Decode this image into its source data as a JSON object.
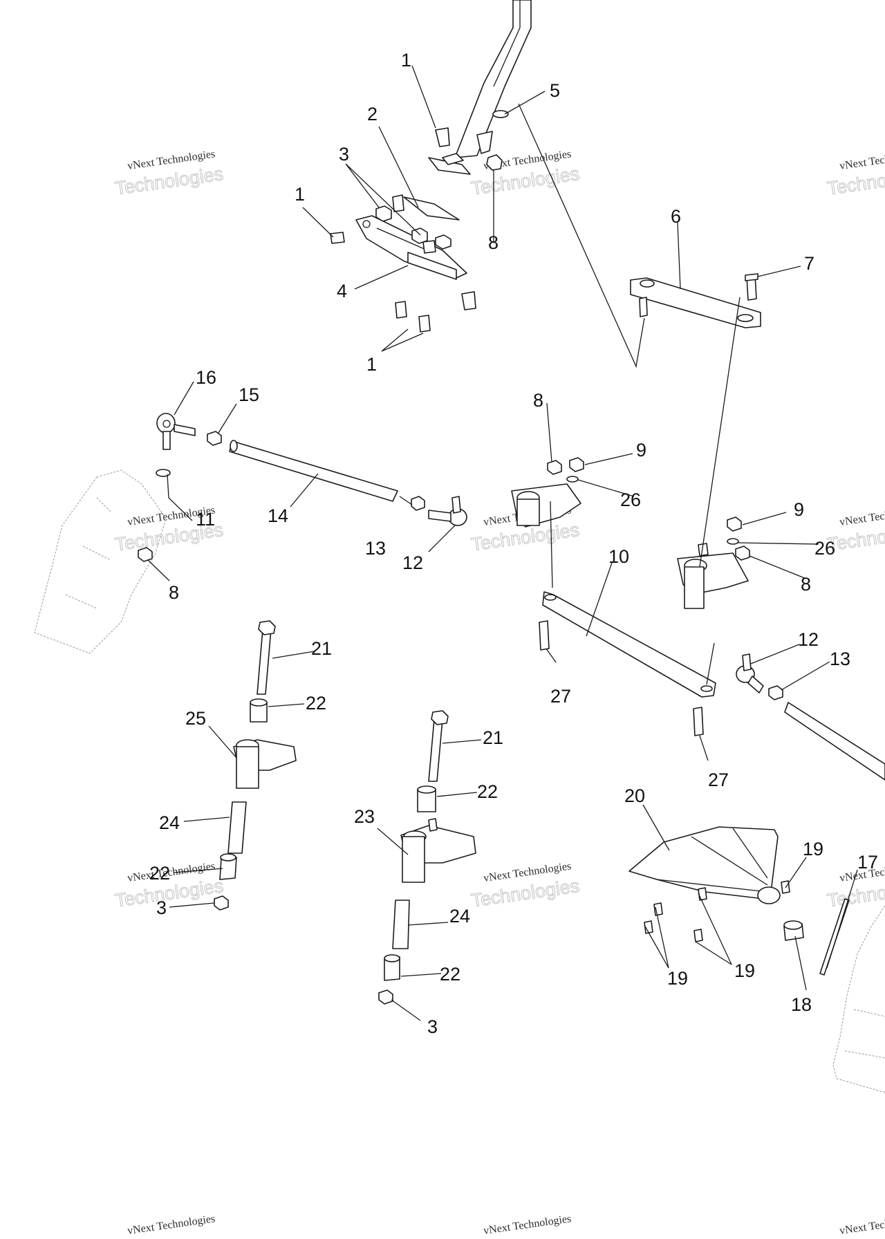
{
  "watermark": {
    "line1": "vNext Technologies",
    "line2": "Technologies"
  },
  "callouts": {
    "c1a": "1",
    "c1b": "1",
    "c1c": "1",
    "c2": "2",
    "c3a": "3",
    "c3b": "3",
    "c3c": "3",
    "c4": "4",
    "c5": "5",
    "c6": "6",
    "c7": "7",
    "c8a": "8",
    "c8b": "8",
    "c8c": "8",
    "c8d": "8",
    "c9a": "9",
    "c9b": "9",
    "c10": "10",
    "c11": "11",
    "c12a": "12",
    "c12b": "12",
    "c13a": "13",
    "c13b": "13",
    "c14": "14",
    "c15": "15",
    "c16": "16",
    "c17": "17",
    "c18": "18",
    "c19a": "19",
    "c19b": "19",
    "c19c": "19",
    "c20": "20",
    "c21a": "21",
    "c21b": "21",
    "c22a": "22",
    "c22b": "22",
    "c22c": "22",
    "c22d": "22",
    "c23": "23",
    "c24a": "24",
    "c24b": "24",
    "c25": "25",
    "c26a": "26",
    "c26b": "26",
    "c27a": "27",
    "c27b": "27"
  }
}
